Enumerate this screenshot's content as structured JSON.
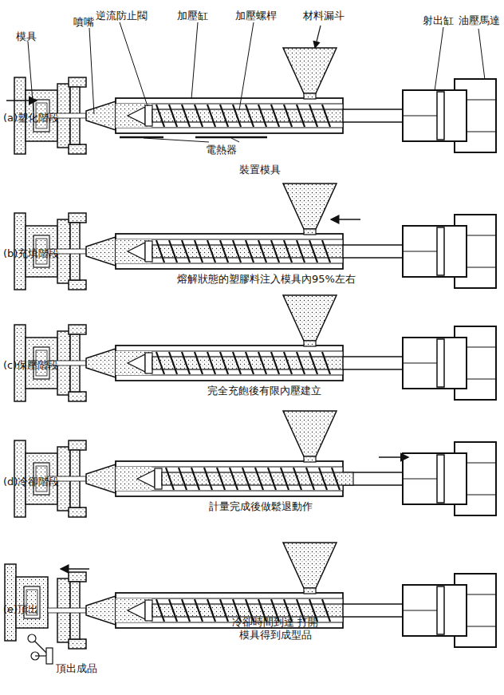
{
  "diagram": {
    "labels": [
      "模具",
      "噴嘴",
      "逆流防止閥",
      "加壓缸",
      "加壓螺桿",
      "材料漏斗",
      "射出缸",
      "油壓馬達",
      "(a)塑化階段",
      "電熱器",
      "裝置模具",
      "(b)充填階段",
      "熔解狀態的塑膠料注入模具內95%左右",
      "(c)保壓階段",
      "完全充飽後有限內壓建立",
      "(d)冷卻階段",
      "計量完成後做鬆退動作",
      "(e)頂出",
      "冷卻時間到達 打開模具得到成型品",
      "頂出成品"
    ]
  }
}
